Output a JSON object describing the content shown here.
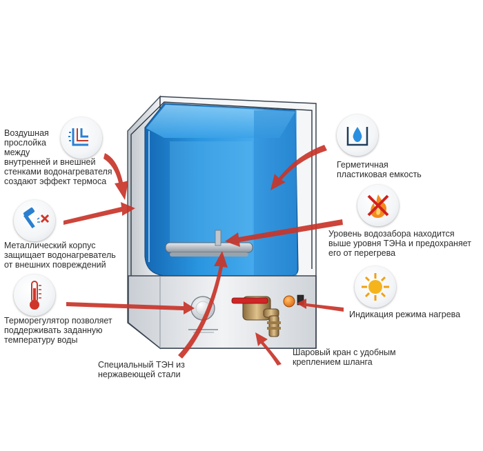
{
  "labels": {
    "air_gap": "Воздушная\nпрослойка\nмежду\nвнутренней и внешней\nстенками водонагревателя\nсоздают эффект термоса",
    "metal_body": "Металлический корпус\nзащищает водонагреватель\nот внешних повреждений",
    "thermostat": "Терморегулятор позволяет\nподдерживать заданную\nтемпературу воды",
    "heating_element": "Специальный ТЭН из\nнержавеющей стали",
    "sealed_tank": "Герметичная\nпластиковая емкость",
    "intake_level": "Уровень водозабора находится\nвыше уровня ТЭНа и предохраняет\nего от перегрева",
    "heat_indicator": "Индикация режима нагрева",
    "ball_valve": "Шаровый кран с удобным\nкреплением шланга"
  },
  "icons": {
    "air_gap": "insulation-layers-icon",
    "metal_body": "hammer-impact-icon",
    "thermostat": "thermometer-icon",
    "sealed_tank": "water-drop-container-icon",
    "intake_level": "no-fire-icon",
    "heat_indicator": "sun-icon"
  },
  "colors": {
    "water": "#1f86d6",
    "arrow": "#c8352a",
    "indicator": "#ee7f1b",
    "body": "#d9dde2"
  }
}
